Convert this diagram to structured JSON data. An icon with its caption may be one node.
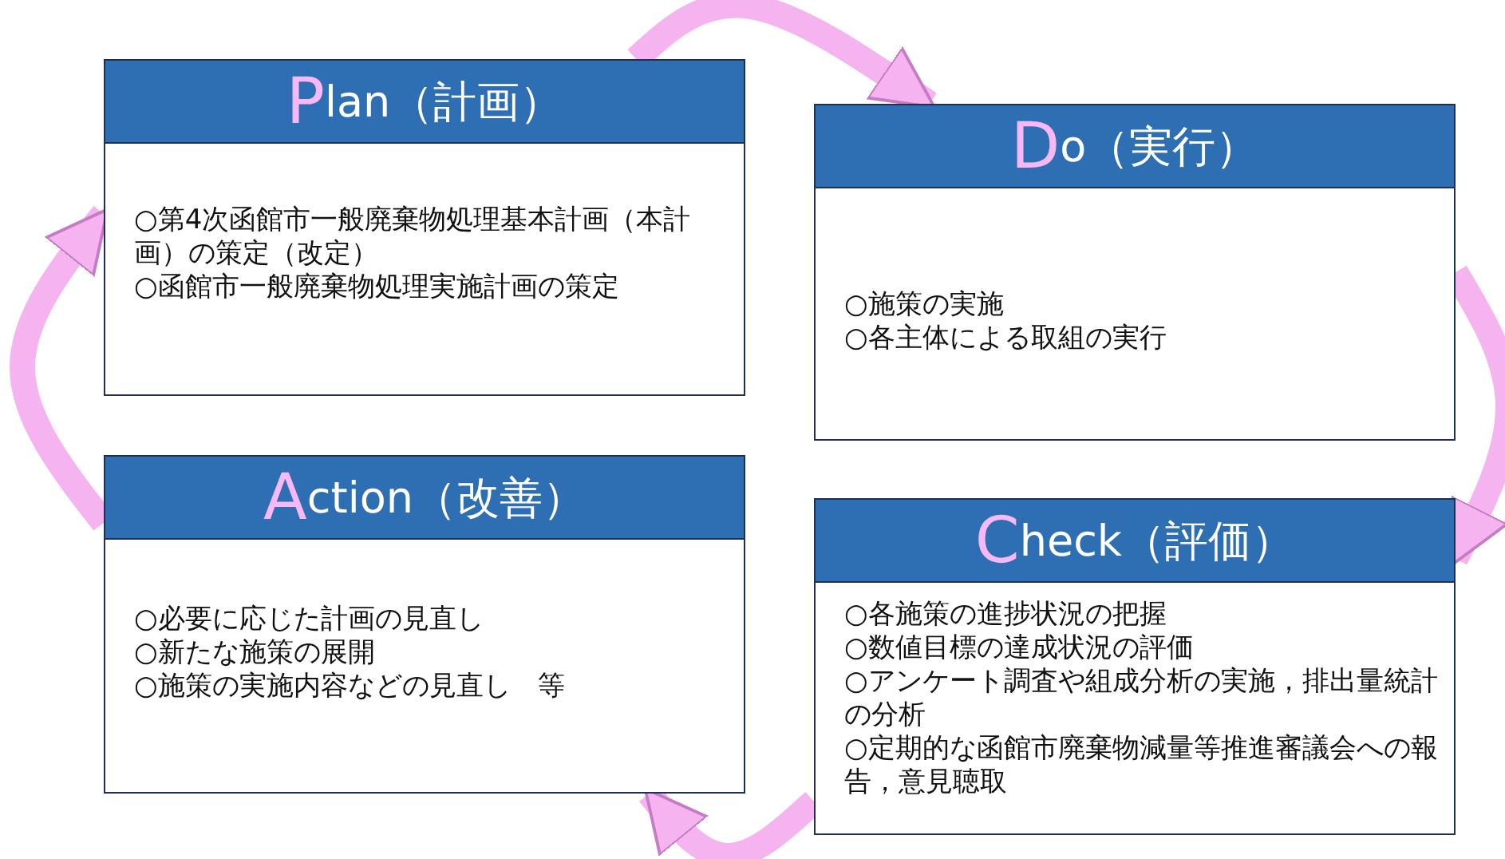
{
  "diagram": {
    "nodes": [
      {
        "text": [
          "Plan（計画）",
          "○第4次函館市一般廃棄物処理基本計画（本計画）の策定（改定）",
          "○函館市一般廃棄物処理実施計画の策定"
        ]
      },
      {
        "text": [
          "Do（実行）",
          "○施策の実施",
          "○各主体による取組の実行"
        ]
      },
      {
        "text": [
          "Check（評価）",
          "○各施策の進捗状況の把握",
          "○数値目標の達成状況の評価",
          "○アンケート調査や組成分析の実施，排出量統計の分析",
          "○定期的な函館市廃棄物減量等推進審議会への報告，意見聴取"
        ]
      },
      {
        "text": [
          "Action（改善）",
          "○必要に応じた計画の見直し",
          "○新たな施策の展開",
          "○施策の実施内容などの見直し　等"
        ]
      }
    ],
    "edges": [
      {
        "from": 0,
        "to": 1,
        "arrow": "to"
      },
      {
        "from": 1,
        "to": 2,
        "arrow": "to"
      },
      {
        "from": 2,
        "to": 3,
        "arrow": "to"
      },
      {
        "from": 3,
        "to": 0,
        "arrow": "to"
      }
    ]
  }
}
